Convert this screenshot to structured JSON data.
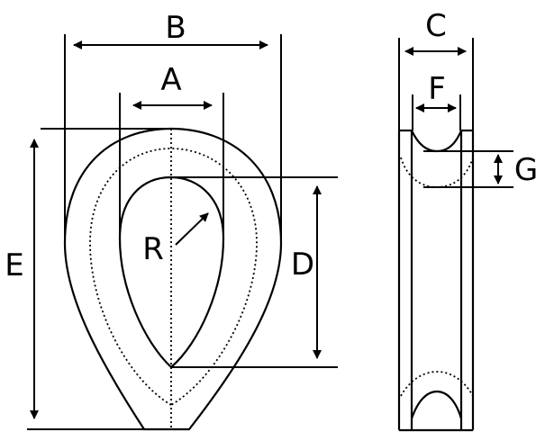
{
  "diagram": {
    "labels": {
      "A": "A",
      "B": "B",
      "C": "C",
      "D": "D",
      "E": "E",
      "F": "F",
      "G": "G",
      "R": "R"
    },
    "colors": {
      "line": "#000000",
      "background": "#ffffff"
    }
  }
}
